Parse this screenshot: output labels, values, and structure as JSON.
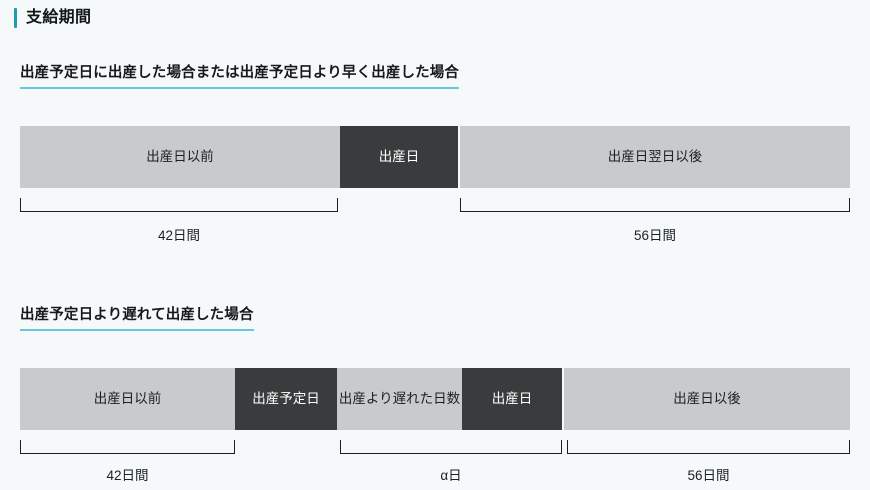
{
  "page": {
    "title": "支給期間",
    "accent_color": "#1f9bab",
    "underline_color": "#68c7dd",
    "background_color": "#f5f9fa",
    "segment_light_color": "#c7cbcb",
    "segment_dark_color": "#383c3c"
  },
  "sections": [
    {
      "heading": "出産予定日に出産した場合または出産予定日より早く出産した場合",
      "segments": [
        {
          "label": "出産日以前",
          "tone": "light"
        },
        {
          "label": "出産日",
          "tone": "dark"
        },
        {
          "label": "出産日翌日以後",
          "tone": "light"
        }
      ],
      "brackets": [
        {
          "label": "42日間"
        },
        {
          "label": "56日間"
        }
      ]
    },
    {
      "heading": "出産予定日より遅れて出産した場合",
      "segments": [
        {
          "label": "出産日以前",
          "tone": "light"
        },
        {
          "label": "出産予定日",
          "tone": "dark"
        },
        {
          "label_line1": "出産より",
          "label_line2": "遅れた日数",
          "tone": "light"
        },
        {
          "label": "出産日",
          "tone": "dark"
        },
        {
          "label": "出産日以後",
          "tone": "light"
        }
      ],
      "brackets": [
        {
          "label": "42日間"
        },
        {
          "label": "α日"
        },
        {
          "label": "56日間"
        }
      ]
    }
  ]
}
